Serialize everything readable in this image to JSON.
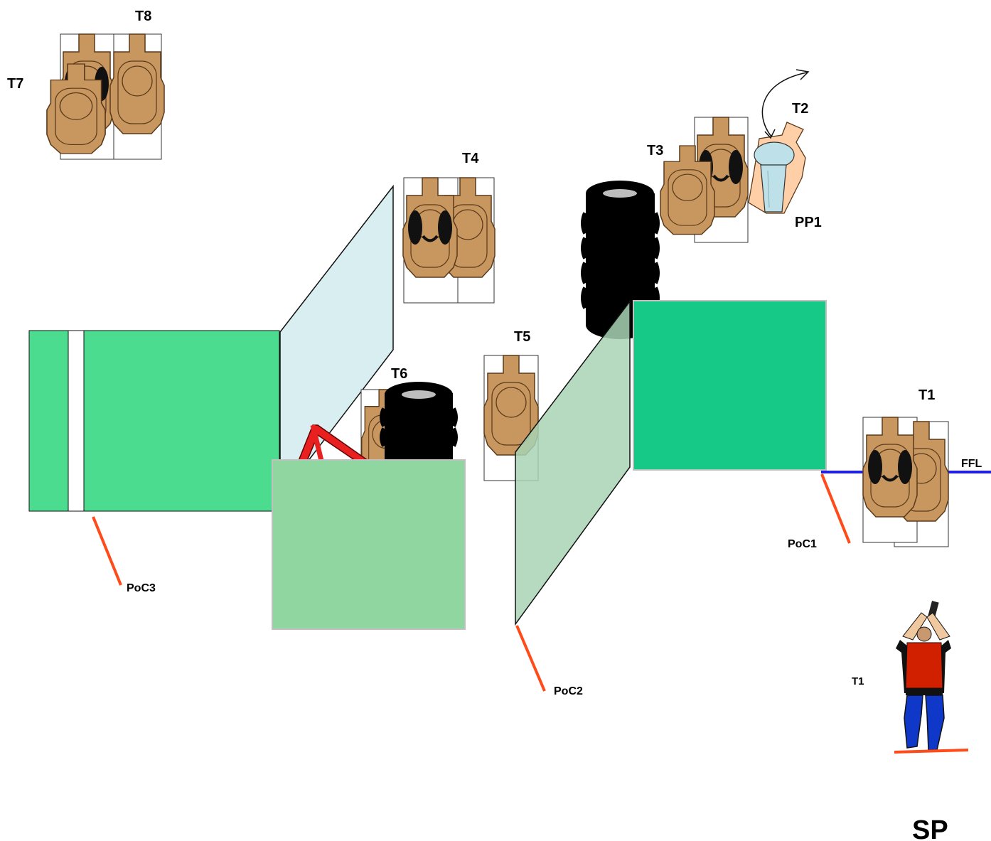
{
  "labels": {
    "t8": "T8",
    "t7": "T7",
    "t4": "T4",
    "t3": "T3",
    "t2": "T2",
    "pp1": "PP1",
    "t5": "T5",
    "t6": "T6",
    "t1": "T1",
    "ffl": "FFL",
    "poc1": "PoC1",
    "poc2": "PoC2",
    "poc3": "PoC3",
    "shooter": "T1",
    "sp": "SP"
  },
  "colors": {
    "target_fill": "#C8965F",
    "target_stroke": "#5A3A1A",
    "wall_green": "#4CDC90",
    "wall_teal": "#17C986",
    "wall_light_green": "#90D6A0",
    "panel_blue": "#D8EEF0",
    "panel_green": "#A8D4B4",
    "fault_line": "#2020E0",
    "poc_line": "#FF4A1A",
    "barrel": "#000000",
    "no_shoot": "#FFD0A8",
    "popper": "#BEE0E8",
    "shooter_shirt": "#D02000",
    "shooter_pants": "#1038C8"
  },
  "icons": {
    "target": "cardboard-target-icon",
    "barrel_stack": "tire-stack-icon",
    "popper": "steel-popper-icon",
    "shooter": "shooter-figure-icon",
    "swing_arrow": "swing-arrow-icon"
  }
}
